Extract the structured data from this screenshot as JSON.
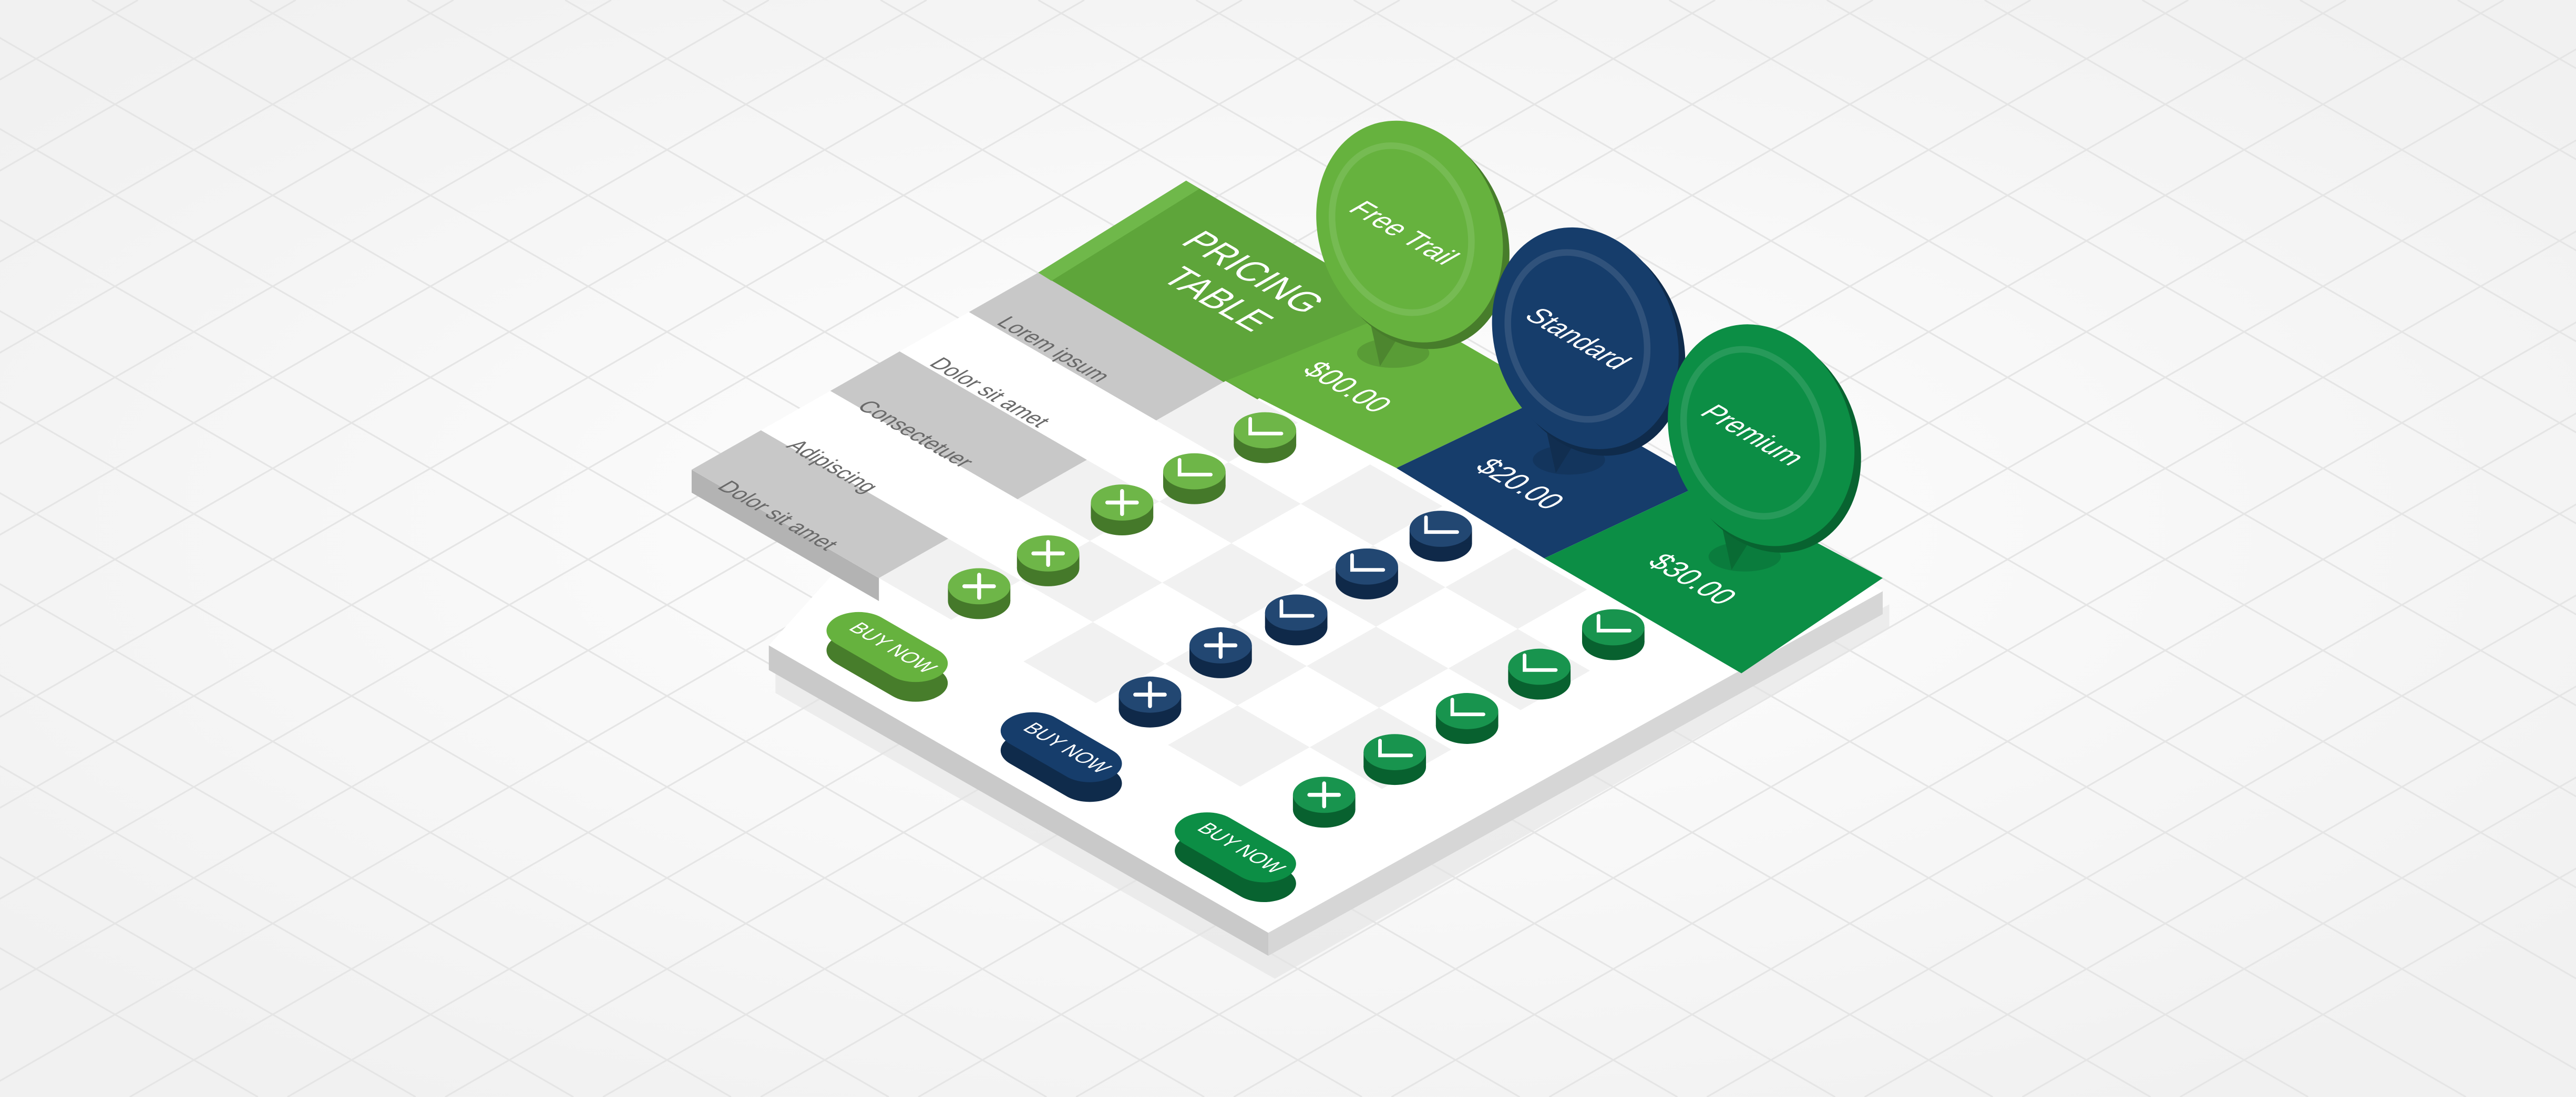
{
  "header": {
    "line1": "PRICING",
    "line2": "TABLE"
  },
  "features": [
    "Lorem ipsum",
    "Dolor sit amet",
    "Consectetuer",
    "Adipiscing",
    "Dolor sit amet"
  ],
  "plans": [
    {
      "name": "Free Trail",
      "price": "$00.00",
      "button_label": "BUY NOW",
      "color": "#66b23e",
      "features": [
        "check",
        "check",
        "plus",
        "plus",
        "plus"
      ]
    },
    {
      "name": "Standard",
      "price": "$20.00",
      "button_label": "BUY NOW",
      "color": "#163d6b",
      "features": [
        "check",
        "check",
        "check",
        "plus",
        "plus"
      ]
    },
    {
      "name": "Premium",
      "price": "$30.00",
      "button_label": "BUY NOW",
      "color": "#0c8e45",
      "features": [
        "check",
        "check",
        "check",
        "check",
        "plus"
      ]
    }
  ],
  "colors": {
    "background": "#f6f6f6",
    "header": "#5ea53a",
    "feature_band": "#c8c8c8",
    "board": "#ffffff",
    "board_side": "#d8d8d8",
    "light_cell": "#f1f1f1"
  }
}
